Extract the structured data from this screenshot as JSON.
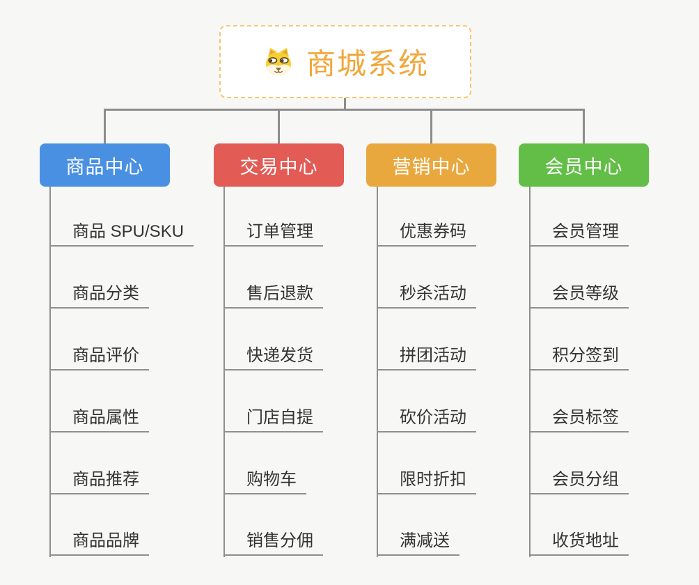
{
  "canvas": {
    "background": "#f7f7f6",
    "connector_color": "#8c8c8c"
  },
  "root": {
    "title": "商城系统",
    "icon": "dog-face-icon",
    "title_color": "#f0a73c",
    "border_color": "#f6c76f"
  },
  "branches": [
    {
      "label": "商品中心",
      "color": "#4a90e2",
      "items": [
        "商品 SPU/SKU",
        "商品分类",
        "商品评价",
        "商品属性",
        "商品推荐",
        "商品品牌"
      ]
    },
    {
      "label": "交易中心",
      "color": "#e25b55",
      "items": [
        "订单管理",
        "售后退款",
        "快递发货",
        "门店自提",
        "购物车",
        "销售分佣"
      ]
    },
    {
      "label": "营销中心",
      "color": "#e9a83e",
      "items": [
        "优惠券码",
        "秒杀活动",
        "拼团活动",
        "砍价活动",
        "限时折扣",
        "满减送"
      ]
    },
    {
      "label": "会员中心",
      "color": "#62be47",
      "items": [
        "会员管理",
        "会员等级",
        "积分签到",
        "会员标签",
        "会员分组",
        "收货地址"
      ]
    }
  ]
}
